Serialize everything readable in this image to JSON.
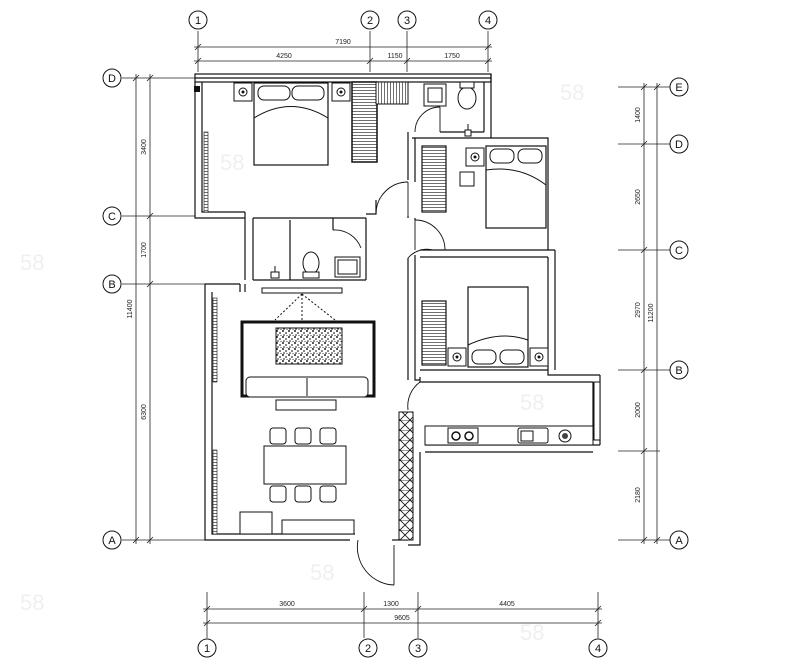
{
  "axes_top": [
    "1",
    "2",
    "3",
    "4"
  ],
  "axes_bottom": [
    "1",
    "2",
    "3",
    "4"
  ],
  "axes_left": [
    "D",
    "C",
    "B",
    "A"
  ],
  "axes_right": [
    "E",
    "D",
    "C",
    "B",
    "A"
  ],
  "dims_top": {
    "total": "7190",
    "seg1": "4250",
    "seg2": "1150",
    "seg3": "1750"
  },
  "dims_bottom": {
    "seg1": "3600",
    "seg2": "1300",
    "seg3": "4405",
    "total": "9605"
  },
  "dims_left": {
    "seg1": "3400",
    "seg2": "1700",
    "seg3": "6300",
    "total": "11400"
  },
  "dims_right": {
    "seg1": "1400",
    "seg2": "2650",
    "seg3": "2970",
    "seg4": "2000",
    "seg5": "2180",
    "total": "11200"
  },
  "watermark": "58"
}
